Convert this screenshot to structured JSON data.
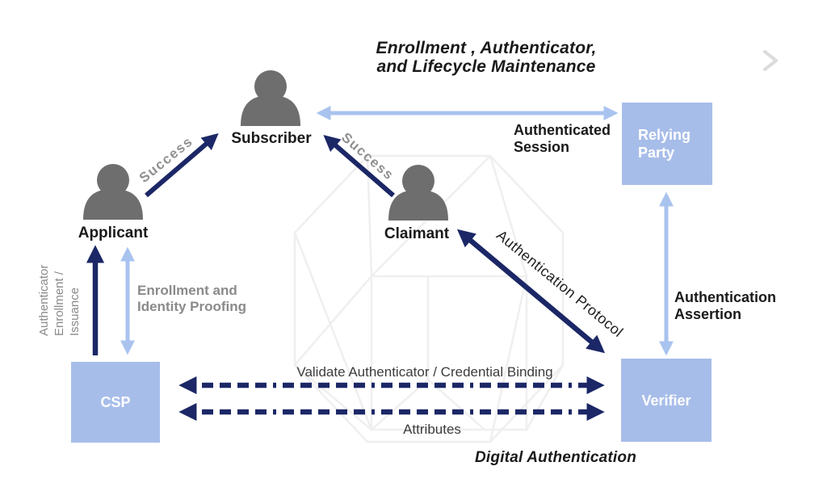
{
  "title": {
    "line1": "Enrollment , Authenticator,",
    "line2": "and Lifecycle Maintenance"
  },
  "footer": {
    "label": "Digital Authentication"
  },
  "actors": {
    "subscriber": {
      "label": "Subscriber",
      "icon": "person-icon"
    },
    "applicant": {
      "label": "Applicant",
      "icon": "person-icon"
    },
    "claimant": {
      "label": "Claimant",
      "icon": "person-icon"
    }
  },
  "boxes": {
    "relying_party": {
      "label": "Relying Party"
    },
    "csp": {
      "label": "CSP"
    },
    "verifier": {
      "label": "Verifier"
    }
  },
  "edges": {
    "success_from_applicant": {
      "label": "Success",
      "from": "Applicant",
      "to": "Subscriber",
      "line": "solid",
      "color": "navy",
      "bidirectional": false
    },
    "success_from_claimant": {
      "label": "Success",
      "from": "Claimant",
      "to": "Subscriber",
      "line": "solid",
      "color": "navy",
      "bidirectional": false
    },
    "authenticated_session": {
      "label": "Authenticated Session",
      "from": "Subscriber",
      "to": "Relying Party",
      "line": "solid",
      "color": "light-blue",
      "bidirectional": true
    },
    "authentication_protocol": {
      "label": "Authentication Protocol",
      "from": "Claimant",
      "to": "Verifier",
      "line": "solid",
      "color": "navy",
      "bidirectional": true
    },
    "authentication_assertion": {
      "label": "Authentication Assertion",
      "from": "Relying Party",
      "to": "Verifier",
      "line": "solid",
      "color": "light-blue",
      "bidirectional": true
    },
    "enrollment_identity_proofing": {
      "label": "Enrollment and Identity Proofing",
      "from": "Applicant",
      "to": "CSP",
      "line": "solid",
      "color": "light-blue",
      "bidirectional": true
    },
    "authenticator_enrollment_issuance": {
      "label": "Authenticator Enrollment / Issuance",
      "from": "CSP",
      "to": "Applicant",
      "line": "solid",
      "color": "navy",
      "bidirectional": false
    },
    "validate_authenticator_credential_binding": {
      "label": "Validate Authenticator / Credential Binding",
      "from": "CSP",
      "to": "Verifier",
      "line": "dashed",
      "color": "navy",
      "bidirectional": true
    },
    "attributes": {
      "label": "Attributes",
      "from": "CSP",
      "to": "Verifier",
      "line": "dashed",
      "color": "navy",
      "bidirectional": true
    }
  },
  "icons": {
    "person": "silhouette-bust",
    "next_chevron": "chevron-right"
  },
  "colors": {
    "navy_arrow": "#1b2766",
    "light_blue_arrow": "#a9c3ef",
    "box_blue": "#a7bde9",
    "person_gray": "#6e6e6e",
    "gray_text": "#8a8a8a",
    "dark_text": "#1a1a1a",
    "wireframe": "#efefef"
  }
}
